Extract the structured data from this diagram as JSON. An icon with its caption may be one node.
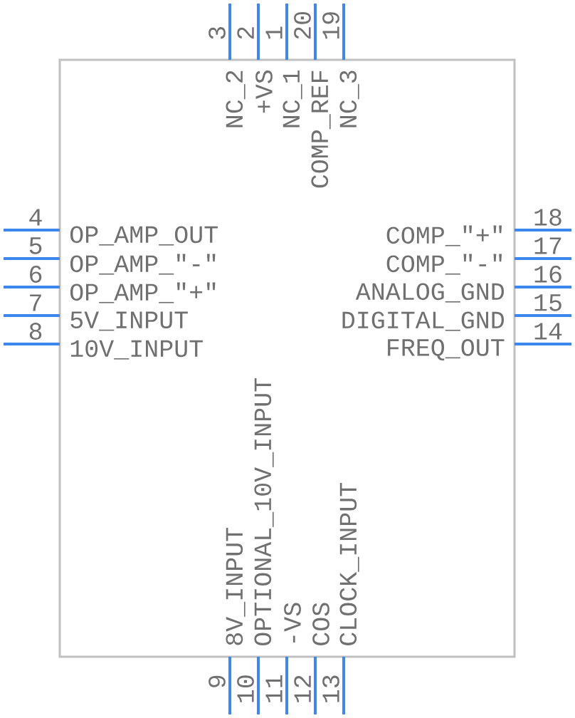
{
  "diagram": {
    "nodes": [
      {
        "text": [],
        "shape": "box"
      }
    ],
    "labels": [
      "3",
      "2",
      "1",
      "20",
      "19",
      "NC_2",
      "+VS",
      "NC_1",
      "COMP_REF",
      "NC_3",
      "4",
      "OP_AMP_OUT",
      "5",
      "OP_AMP_\"-\"",
      "6",
      "OP_AMP_\"+\"",
      "7",
      "5V_INPUT",
      "8",
      "10V_INPUT",
      "18",
      "COMP_\"+\"",
      "17",
      "COMP_\"-\"",
      "16",
      "ANALOG_GND",
      "15",
      "DIGITAL_GND",
      "14",
      "FREQ_OUT",
      "8V_INPUT",
      "OPTIONAL_10V_INPUT",
      "-VS",
      "COS",
      "CLOCK_INPUT",
      "9",
      "10",
      "11",
      "12",
      "13"
    ]
  }
}
